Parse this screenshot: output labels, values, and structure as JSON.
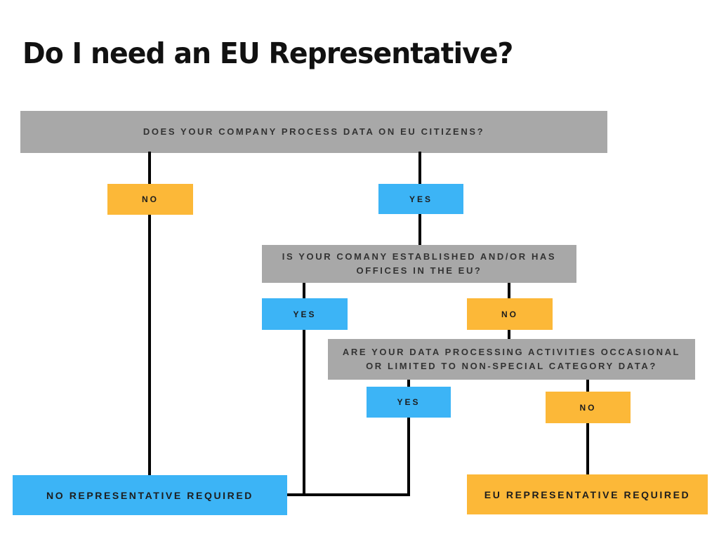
{
  "title": "Do I need an EU Representative?",
  "colors": {
    "background": "#FFFFFF",
    "question_box": "#A8A8A8",
    "yes_box": "#3CB4F6",
    "no_box": "#FCB838",
    "outcome_negative_box": "#3CB4F6",
    "outcome_positive_box": "#FCB838",
    "connector_line": "#000000",
    "title_text": "#111111",
    "box_text": "#222222"
  },
  "flowchart": {
    "question1": "DOES YOUR COMPANY PROCESS DATA ON EU CITIZENS?",
    "q1_branch_no": "NO",
    "q1_branch_yes": "YES",
    "question2": "IS YOUR COMANY ESTABLISHED AND/OR HAS OFFICES IN THE EU?",
    "q2_branch_yes": "YES",
    "q2_branch_no": "NO",
    "question3": "ARE YOUR DATA PROCESSING ACTIVITIES OCCASIONAL OR LIMITED TO NON-SPECIAL CATEGORY DATA?",
    "q3_branch_yes": "YES",
    "q3_branch_no": "NO",
    "outcome_negative": "NO REPRESENTATIVE REQUIRED",
    "outcome_positive": "EU REPRESENTATIVE REQUIRED"
  }
}
